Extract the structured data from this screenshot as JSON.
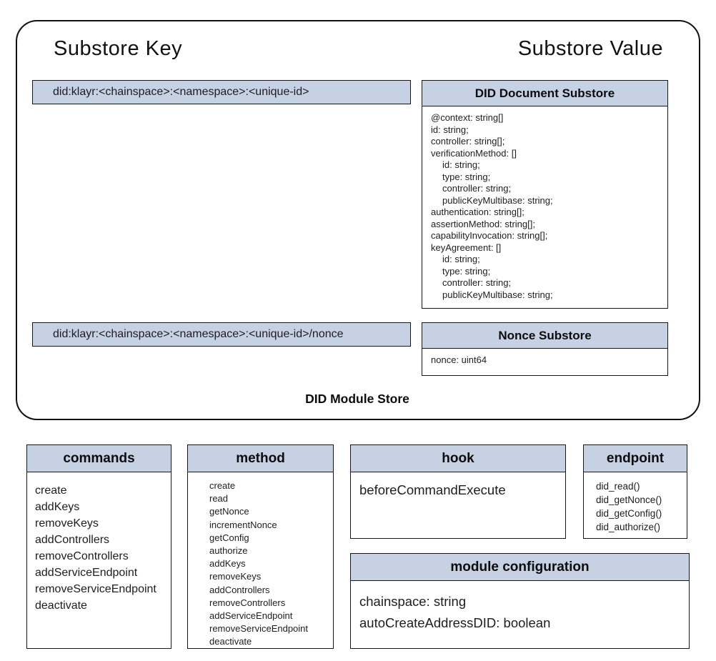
{
  "colors": {
    "header_bg": "#c6d1e4",
    "border": "#15151c"
  },
  "store": {
    "key_column_title": "Substore Key",
    "value_column_title": "Substore Value",
    "caption": "DID Module Store",
    "keys": [
      "did:klayr:<chainspace>:<namespace>:<unique-id>",
      "did:klayr:<chainspace>:<namespace>:<unique-id>/nonce"
    ],
    "did_document_substore": {
      "title": "DID Document Substore",
      "lines": [
        {
          "t": "@context: string[]",
          "i": 0
        },
        {
          "t": "id: string;",
          "i": 0
        },
        {
          "t": "controller: string[];",
          "i": 0
        },
        {
          "t": "verificationMethod: []",
          "i": 0
        },
        {
          "t": "id: string;",
          "i": 1
        },
        {
          "t": "type: string;",
          "i": 1
        },
        {
          "t": "controller: string;",
          "i": 1
        },
        {
          "t": "publicKeyMultibase: string;",
          "i": 1
        },
        {
          "t": "authentication: string[];",
          "i": 0
        },
        {
          "t": "assertionMethod: string[];",
          "i": 0
        },
        {
          "t": "capabilityInvocation: string[];",
          "i": 0
        },
        {
          "t": "keyAgreement: []",
          "i": 0
        },
        {
          "t": "id: string;",
          "i": 1
        },
        {
          "t": "type: string;",
          "i": 1
        },
        {
          "t": "controller: string;",
          "i": 1
        },
        {
          "t": "publicKeyMultibase: string;",
          "i": 1
        }
      ]
    },
    "nonce_substore": {
      "title": "Nonce Substore",
      "lines": [
        {
          "t": "nonce: uint64",
          "i": 0
        }
      ]
    }
  },
  "panels": {
    "commands": {
      "title": "commands",
      "items": [
        "create",
        "addKeys",
        "removeKeys",
        "addControllers",
        "removeControllers",
        "addServiceEndpoint",
        "removeServiceEndpoint",
        "deactivate"
      ]
    },
    "method": {
      "title": "method",
      "items": [
        "create",
        "read",
        "getNonce",
        "incrementNonce",
        "getConfig",
        "authorize",
        "addKeys",
        "removeKeys",
        "addControllers",
        "removeControllers",
        "addServiceEndpoint",
        "removeServiceEndpoint",
        "deactivate"
      ]
    },
    "hook": {
      "title": "hook",
      "items": [
        "beforeCommandExecute"
      ]
    },
    "endpoint": {
      "title": "endpoint",
      "items": [
        "did_read()",
        "did_getNonce()",
        "did_getConfig()",
        "did_authorize()"
      ]
    },
    "module_configuration": {
      "title": "module configuration",
      "items": [
        "chainspace: string",
        "autoCreateAddressDID: boolean"
      ]
    }
  }
}
